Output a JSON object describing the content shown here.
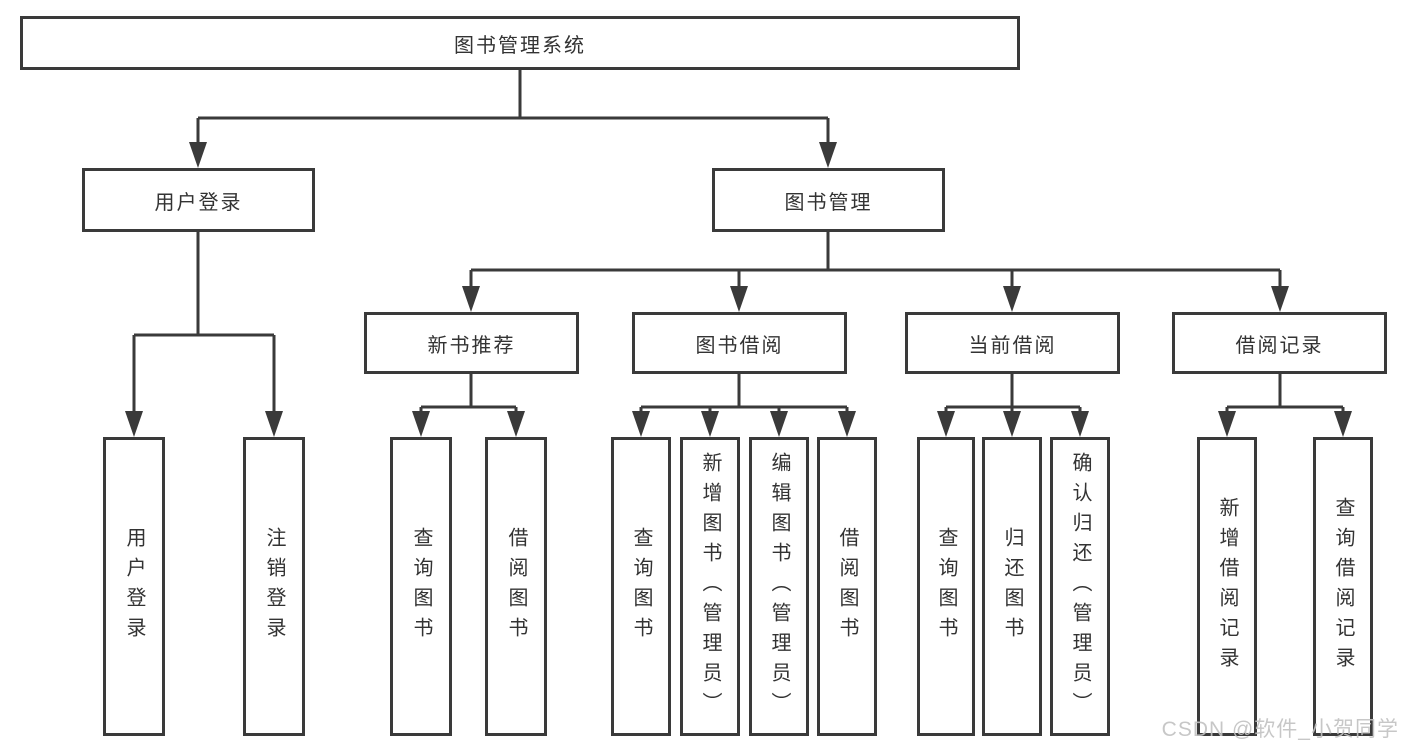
{
  "diagram": {
    "root": {
      "label": "图书管理系统"
    },
    "branches": [
      {
        "label": "用户登录",
        "leaves": [
          {
            "label": "用户登录"
          },
          {
            "label": "注销登录"
          }
        ]
      },
      {
        "label": "图书管理",
        "children": [
          {
            "label": "新书推荐",
            "leaves": [
              {
                "label": "查询图书"
              },
              {
                "label": "借阅图书"
              }
            ]
          },
          {
            "label": "图书借阅",
            "leaves": [
              {
                "label": "查询图书"
              },
              {
                "label": "新增图书（管理员）"
              },
              {
                "label": "编辑图书（管理员）"
              },
              {
                "label": "借阅图书"
              }
            ]
          },
          {
            "label": "当前借阅",
            "leaves": [
              {
                "label": "查询图书"
              },
              {
                "label": "归还图书"
              },
              {
                "label": "确认归还（管理员）"
              }
            ]
          },
          {
            "label": "借阅记录",
            "leaves": [
              {
                "label": "新增借阅记录"
              },
              {
                "label": "查询借阅记录"
              }
            ]
          }
        ]
      }
    ]
  },
  "watermark": "CSDN @软件_小贺同学",
  "colors": {
    "line": "#3a3a3a",
    "text": "#333333",
    "background": "#ffffff",
    "watermark": "#c2c2c2"
  }
}
